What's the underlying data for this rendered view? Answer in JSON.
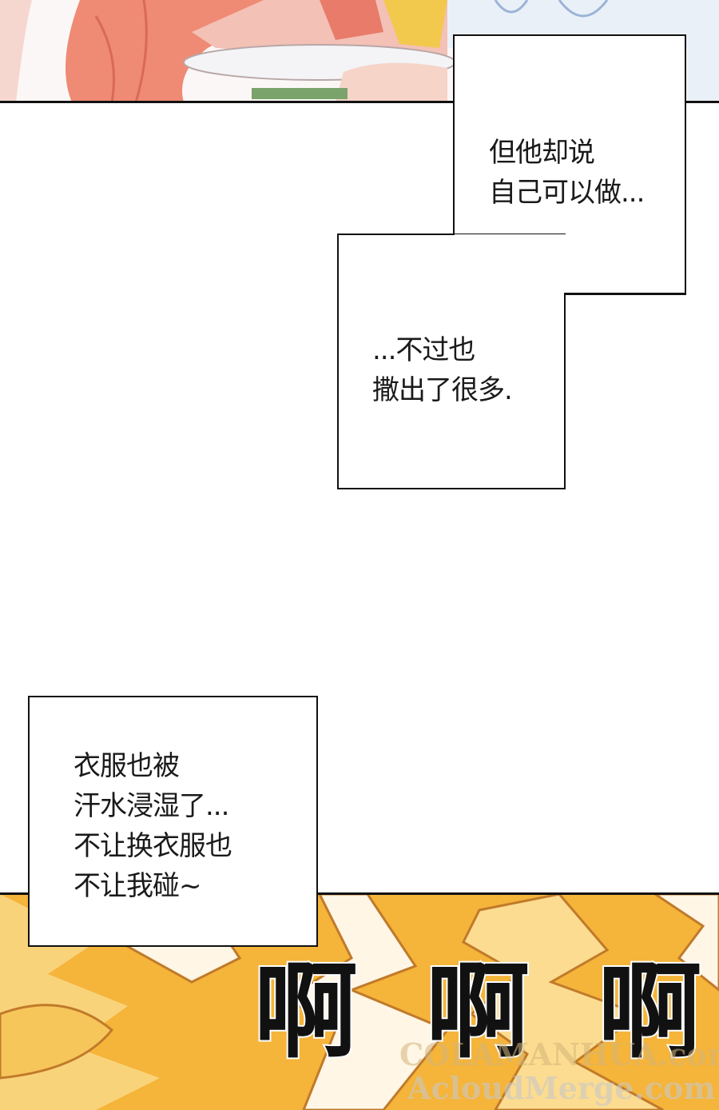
{
  "captions": {
    "box1": [
      "但他却说",
      "自己可以做..."
    ],
    "box2": [
      "...不过也",
      "撒出了很多."
    ],
    "box3": [
      "衣服也被",
      "汗水浸湿了...",
      "不让换衣服也",
      "不让我碰~"
    ]
  },
  "sfx": {
    "text": "啊 啊 啊"
  },
  "watermark": {
    "line1": "COLAMANHUA.com",
    "line2": "AcloudMerge.com"
  },
  "colors": {
    "hair": "#ef8a74",
    "orange_bg": "#f5b43a",
    "panel_border": "#111111"
  }
}
